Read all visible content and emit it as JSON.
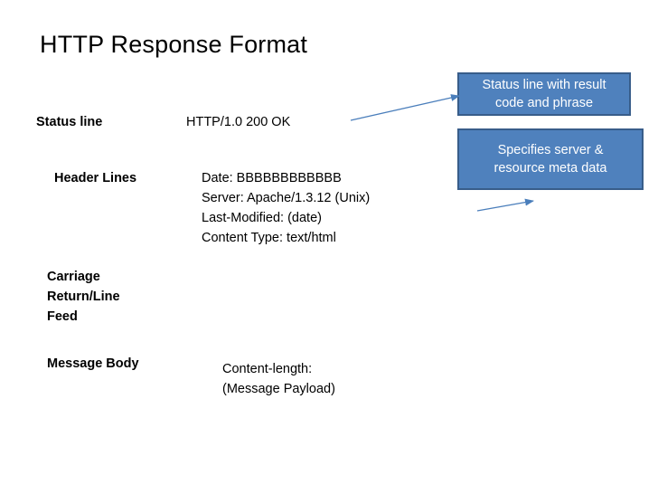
{
  "title": "HTTP Response Format",
  "rows": {
    "status_line": {
      "label": "Status line",
      "value": "HTTP/1.0  200 OK"
    },
    "header_lines": {
      "label": "Header Lines",
      "values": [
        "Date: BBBBBBBBBBBB",
        "Server: Apache/1.3.12 (Unix)",
        "Last-Modified:  (date)",
        "Content Type: text/html"
      ]
    },
    "crlf": {
      "label_lines": [
        "Carriage",
        "Return/Line",
        "Feed"
      ]
    },
    "message_body": {
      "label": "Message Body",
      "values": [
        "Content-length:",
        "(Message Payload)"
      ]
    }
  },
  "callouts": {
    "status": {
      "lines": [
        "Status line with result",
        "code and phrase"
      ]
    },
    "headers": {
      "lines": [
        "Specifies server &",
        "resource meta data"
      ]
    }
  },
  "colors": {
    "callout_fill": "#4f81bd",
    "callout_border": "#385d8a",
    "arrow": "#4a7ebb"
  }
}
